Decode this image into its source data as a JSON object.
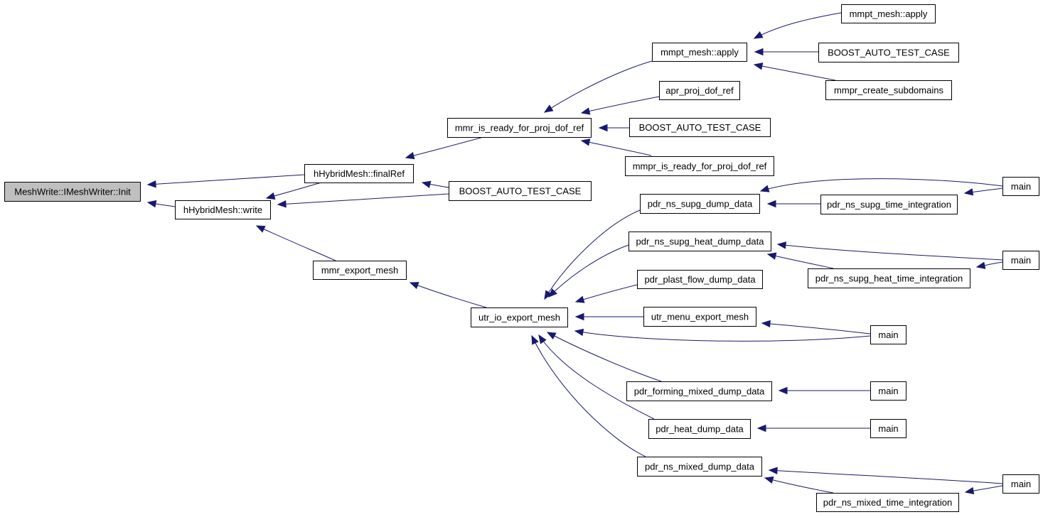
{
  "graph": {
    "edge_color": "#191970",
    "root_fill": "#bfbfbf",
    "node_fill": "#ffffff",
    "nodes": [
      {
        "id": "n0",
        "label": "MeshWrite::IMeshWriter::Init",
        "root": true
      },
      {
        "id": "n1",
        "label": "hHybridMesh::finalRef"
      },
      {
        "id": "n2",
        "label": "hHybridMesh::write"
      },
      {
        "id": "n3",
        "label": "mmr_is_ready_for_proj_dof_ref"
      },
      {
        "id": "n4",
        "label": "BOOST_AUTO_TEST_CASE"
      },
      {
        "id": "n5",
        "label": "mmpt_mesh::apply"
      },
      {
        "id": "n6",
        "label": "apr_proj_dof_ref"
      },
      {
        "id": "n7",
        "label": "BOOST_AUTO_TEST_CASE"
      },
      {
        "id": "n8",
        "label": "mmpr_is_ready_for_proj_dof_ref"
      },
      {
        "id": "n9",
        "label": "mmpt_mesh::apply"
      },
      {
        "id": "n10",
        "label": "BOOST_AUTO_TEST_CASE"
      },
      {
        "id": "n11",
        "label": "mmpr_create_subdomains"
      },
      {
        "id": "n12",
        "label": "mmr_export_mesh"
      },
      {
        "id": "n13",
        "label": "utr_io_export_mesh"
      },
      {
        "id": "n14",
        "label": "pdr_ns_supg_dump_data"
      },
      {
        "id": "n15",
        "label": "pdr_ns_supg_heat_dump_data"
      },
      {
        "id": "n16",
        "label": "pdr_plast_flow_dump_data"
      },
      {
        "id": "n17",
        "label": "utr_menu_export_mesh"
      },
      {
        "id": "n18",
        "label": "pdr_forming_mixed_dump_data"
      },
      {
        "id": "n19",
        "label": "pdr_heat_dump_data"
      },
      {
        "id": "n20",
        "label": "pdr_ns_mixed_dump_data"
      },
      {
        "id": "n21",
        "label": "pdr_ns_supg_time_integration"
      },
      {
        "id": "n22",
        "label": "main"
      },
      {
        "id": "n23",
        "label": "pdr_ns_supg_heat_time_integration"
      },
      {
        "id": "n24",
        "label": "main"
      },
      {
        "id": "n25",
        "label": "main"
      },
      {
        "id": "n26",
        "label": "main"
      },
      {
        "id": "n27",
        "label": "main"
      },
      {
        "id": "n28",
        "label": "pdr_ns_mixed_time_integration"
      },
      {
        "id": "n29",
        "label": "main"
      }
    ],
    "edges": [
      {
        "from": "n1",
        "to": "n0"
      },
      {
        "from": "n2",
        "to": "n0"
      },
      {
        "from": "n1",
        "to": "n2"
      },
      {
        "from": "n12",
        "to": "n2"
      },
      {
        "from": "n4",
        "to": "n2"
      },
      {
        "from": "n3",
        "to": "n1"
      },
      {
        "from": "n4",
        "to": "n1"
      },
      {
        "from": "n5",
        "to": "n3"
      },
      {
        "from": "n6",
        "to": "n3"
      },
      {
        "from": "n7",
        "to": "n3"
      },
      {
        "from": "n8",
        "to": "n3"
      },
      {
        "from": "n9",
        "to": "n5"
      },
      {
        "from": "n10",
        "to": "n5"
      },
      {
        "from": "n11",
        "to": "n5"
      },
      {
        "from": "n13",
        "to": "n12"
      },
      {
        "from": "n14",
        "to": "n13"
      },
      {
        "from": "n15",
        "to": "n13"
      },
      {
        "from": "n16",
        "to": "n13"
      },
      {
        "from": "n17",
        "to": "n13"
      },
      {
        "from": "n25",
        "to": "n13"
      },
      {
        "from": "n18",
        "to": "n13"
      },
      {
        "from": "n19",
        "to": "n13"
      },
      {
        "from": "n20",
        "to": "n13"
      },
      {
        "from": "n21",
        "to": "n14"
      },
      {
        "from": "n22",
        "to": "n14"
      },
      {
        "from": "n22",
        "to": "n21"
      },
      {
        "from": "n23",
        "to": "n15"
      },
      {
        "from": "n24",
        "to": "n15"
      },
      {
        "from": "n24",
        "to": "n23"
      },
      {
        "from": "n25",
        "to": "n17"
      },
      {
        "from": "n26",
        "to": "n18"
      },
      {
        "from": "n27",
        "to": "n19"
      },
      {
        "from": "n28",
        "to": "n20"
      },
      {
        "from": "n29",
        "to": "n20"
      },
      {
        "from": "n29",
        "to": "n28"
      }
    ]
  }
}
